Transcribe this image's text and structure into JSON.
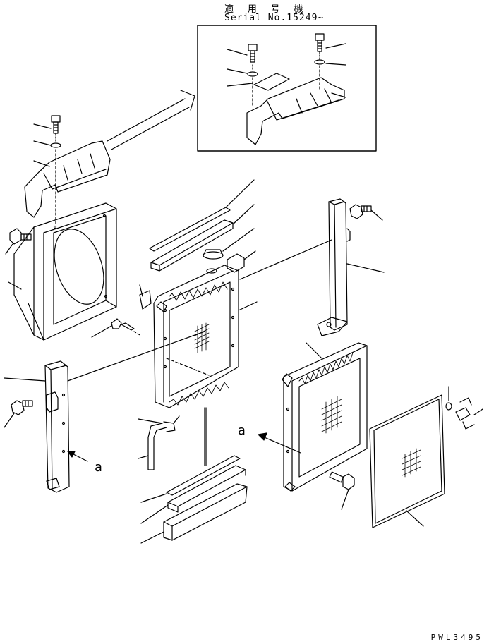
{
  "header": {
    "applicable_label": "適 用 号 機",
    "serial": "Serial No.15249~"
  },
  "view_markers": [
    "a",
    "a"
  ],
  "drawing_code": "PWL3495"
}
